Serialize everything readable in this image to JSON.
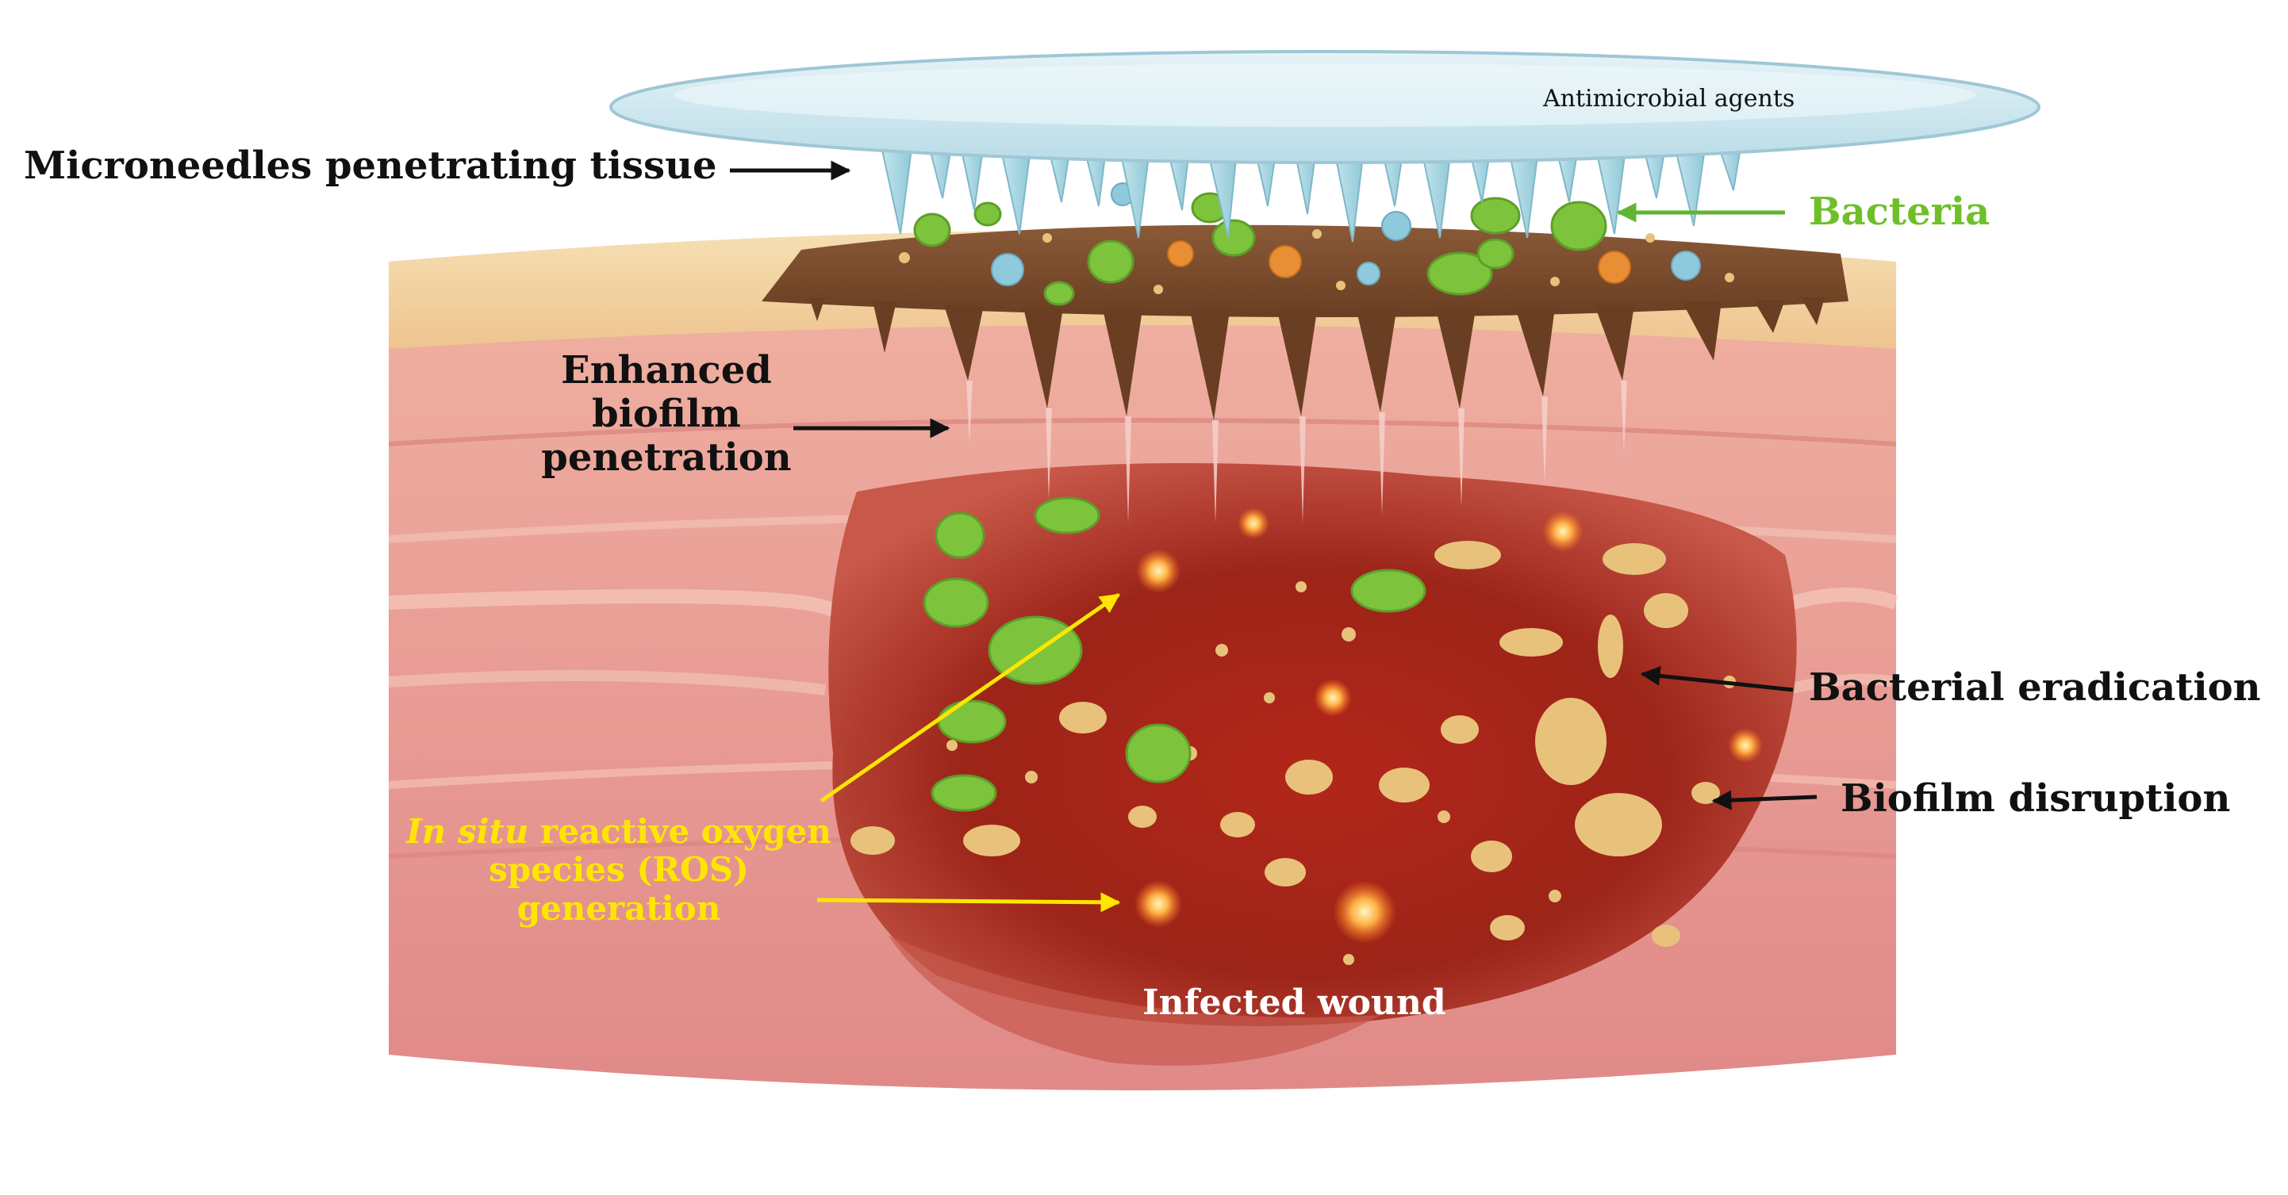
{
  "labels": {
    "antimicrobial_agents": "Antimicrobial agents",
    "microneedles": "Microneedles penetrating tissue",
    "bacteria": "Bacteria",
    "enhanced_1": "Enhanced",
    "enhanced_2": "biofilm",
    "enhanced_3": "penetration",
    "bacterial_eradication": "Bacterial eradication",
    "biofilm_disruption": "Biofilm  disruption",
    "ros_italic": "In situ",
    "ros_1_rest": " reactive oxygen",
    "ros_2": "species  (ROS)",
    "ros_3": "generation",
    "infected_wound": "Infected wound"
  },
  "colors": {
    "patch": "#cfe6ee",
    "needle": "#a9d8e4",
    "biofilm": "#7a4a2b",
    "tissue": "#e8a39b",
    "wound": "#a8241a",
    "bacteria_green": "#7dc43c",
    "debris": "#e8c27a",
    "arrow_black": "#111111",
    "arrow_yellow": "#ffe600",
    "arrow_green": "#5fb530"
  }
}
